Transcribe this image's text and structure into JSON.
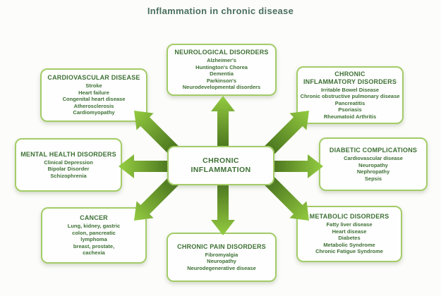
{
  "title": "Inflammation in chronic disease",
  "center": {
    "label": "CHRONIC\nINFLAMMATION"
  },
  "nodes": [
    {
      "id": "cardiovascular-disease",
      "title": "CARDIOVASCULAR DISEASE",
      "items": [
        "Stroke",
        "Heart failure",
        "Congenital heart disease",
        "Atherosclerosis",
        "Cardiomyopathy"
      ]
    },
    {
      "id": "neurological-disorders",
      "title": "NEUROLOGICAL DISORDERS",
      "items": [
        "Alzheimer's",
        "Huntington's Chorea",
        "Dementia",
        "Parkinson's",
        "Neurodevelopmental disorders"
      ]
    },
    {
      "id": "chronic-inflammatory-disorders",
      "title": "CHRONIC\nINFLAMMATORY DISORDERS",
      "items": [
        "Irritable Bowel Disease",
        "Chronic obstructive pulmonary disease",
        "Pancreatitis",
        "Psoriasis",
        "Rheumatoid Arthritis"
      ]
    },
    {
      "id": "mental-health-disorders",
      "title": "MENTAL HEALTH DISORDERS",
      "items": [
        "Clinical Depression",
        "Bipolar Disorder",
        "Schizophrenia"
      ]
    },
    {
      "id": "diabetic-complications",
      "title": "DIABETIC COMPLICATIONS",
      "items": [
        "Cardiovascular disease",
        "Neuropathy",
        "Nephropathy",
        "Sepsis"
      ]
    },
    {
      "id": "cancer",
      "title": "CANCER",
      "items": [
        "Lung, kidney, gastric",
        "colon, pancreatic",
        "lymphoma",
        "breast, prostate,",
        "cachexia"
      ]
    },
    {
      "id": "chronic-pain-disorders",
      "title": "CHRONIC PAIN DISORDERS",
      "items": [
        "Fibromyalgia",
        "Neuropathy",
        "Neurodegenerative disease"
      ]
    },
    {
      "id": "metabolic-disorders",
      "title": "METABOLIC DISORDERS",
      "items": [
        "Fatty liver disease",
        "Heart disease",
        "Diabetes",
        "Metabolic Syndrome",
        "Chronic Fatigue Syndrome"
      ]
    }
  ],
  "colors": {
    "box_border": "#a3cc67",
    "text_green": "#3d7034",
    "title_green": "#4a6f5d",
    "arrow_dark": "#49751e",
    "arrow_light": "#8fc73f",
    "background": "#fcfcfa"
  }
}
